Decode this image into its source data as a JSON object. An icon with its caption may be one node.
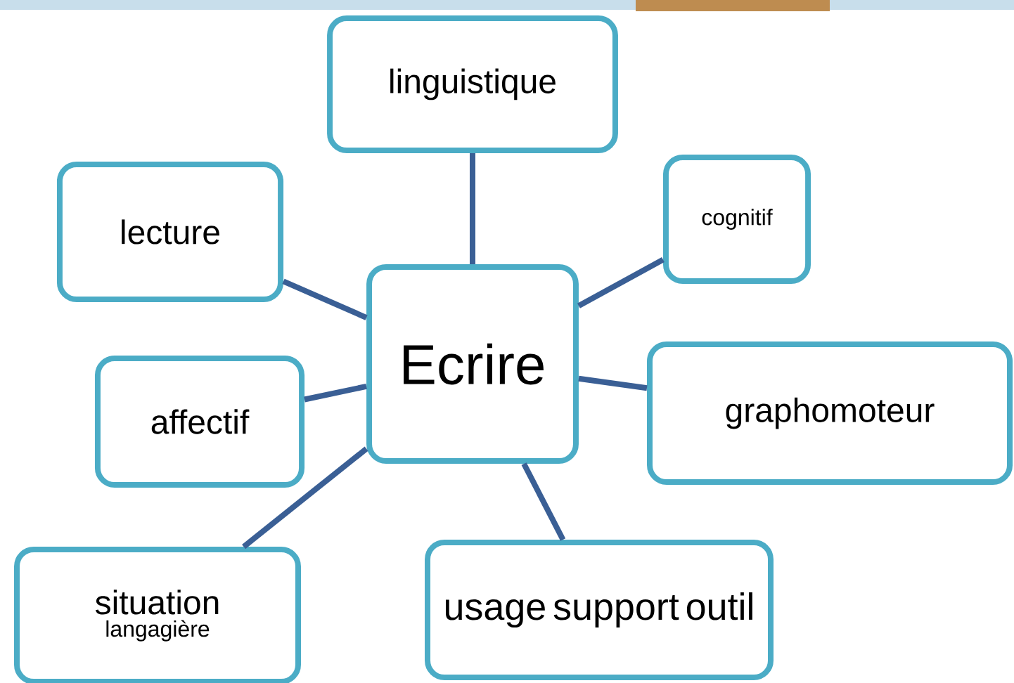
{
  "diagram": {
    "nodes": [
      {
        "text": [
          "Ecrire"
        ]
      },
      {
        "text": [
          "linguistique"
        ]
      },
      {
        "text": [
          "cognitif"
        ]
      },
      {
        "text": [
          "lecture"
        ]
      },
      {
        "text": [
          "graphomoteur"
        ]
      },
      {
        "text": [
          "affectif"
        ]
      },
      {
        "text": [
          "situation",
          "langagière"
        ]
      },
      {
        "text": [
          "usage support outil"
        ]
      }
    ],
    "edges": [
      {
        "from": 0,
        "to": 1,
        "arrow": "none"
      },
      {
        "from": 0,
        "to": 2,
        "arrow": "none"
      },
      {
        "from": 0,
        "to": 3,
        "arrow": "none"
      },
      {
        "from": 0,
        "to": 4,
        "arrow": "none"
      },
      {
        "from": 0,
        "to": 5,
        "arrow": "none"
      },
      {
        "from": 0,
        "to": 6,
        "arrow": "none"
      },
      {
        "from": 0,
        "to": 7,
        "arrow": "none"
      }
    ]
  }
}
